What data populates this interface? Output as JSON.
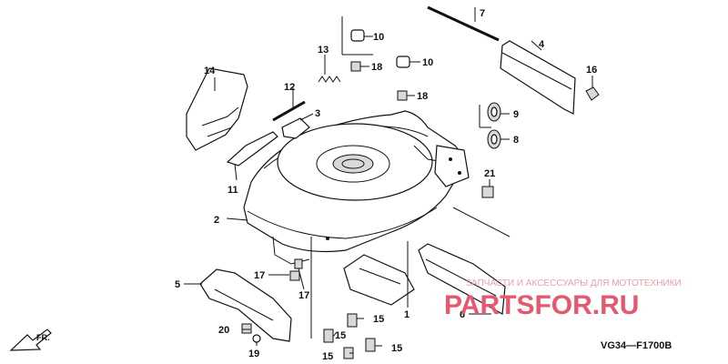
{
  "diagram_code": "VG34—F1700B",
  "direction_label": "FR.",
  "watermark": {
    "line1": "ЗАПЧАСТИ И АКСЕССУАРЫ ДЛЯ МОТОТЕХНИКИ",
    "line2": "PARTSFOR.RU"
  },
  "callouts": {
    "c1": "1",
    "c2": "2",
    "c3": "3",
    "c4": "4",
    "c5": "5",
    "c6": "6",
    "c7": "7",
    "c8": "8",
    "c9": "9",
    "c10a": "10",
    "c10b": "10",
    "c11": "11",
    "c12": "12",
    "c13": "13",
    "c14": "14",
    "c15a": "15",
    "c15b": "15",
    "c15c": "15",
    "c15d": "15",
    "c16": "16",
    "c17a": "17",
    "c17b": "17",
    "c18a": "18",
    "c18b": "18",
    "c19": "19",
    "c20": "20",
    "c21": "21"
  },
  "colors": {
    "watermark_text": "#e55870",
    "watermark_subtext": "#e7a0a8",
    "ink": "#111111"
  }
}
